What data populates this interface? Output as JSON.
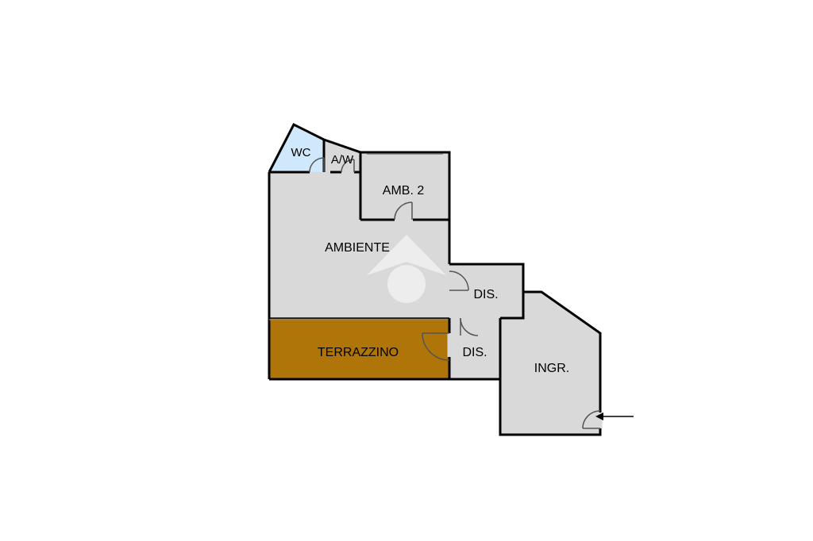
{
  "plan": {
    "colors": {
      "room_fill": "#d9d9d9",
      "wc_fill": "#cfe8fb",
      "terrace_fill": "#b07508",
      "wall": "#000000",
      "door": "#555555",
      "background": "#ffffff"
    },
    "rooms": {
      "wc": "WC",
      "aw": "A/W",
      "amb2": "AMB. 2",
      "ambiente": "AMBIENTE",
      "dis_upper": "DIS.",
      "dis_lower": "DIS.",
      "terrazzino": "TERRAZZINO",
      "ingr": "INGR."
    },
    "icons": {
      "entrance": "entrance-arrow-icon",
      "watermark": "logo-watermark-icon"
    }
  }
}
